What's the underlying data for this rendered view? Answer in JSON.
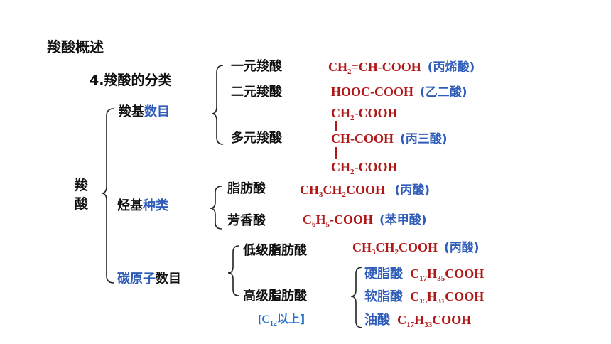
{
  "heading": "羧酸概述",
  "section_title": "4.羧酸的分类",
  "root": [
    "羧",
    "酸"
  ],
  "categories": {
    "by_carboxyl_count": {
      "pre": "羧基",
      "hl": "数目"
    },
    "by_hydrocarbon_type": {
      "pre": "烃基",
      "hl": "种类"
    },
    "by_carbon_count": {
      "hl": "碳原子",
      "post": "数目"
    }
  },
  "carboxyl_count": {
    "mono": {
      "label": "一元羧酸",
      "example_name": "(丙烯酸)"
    },
    "di": {
      "label": "二元羧酸",
      "formula": "HOOC-COOH",
      "example_name": "(乙二酸)"
    },
    "poly": {
      "label": "多元羧酸",
      "mid_formula": "CH-COOH",
      "example_name": "(丙三酸)"
    }
  },
  "hydrocarbon_type": {
    "aliphatic": {
      "label": "脂肪酸",
      "example_name": "(丙酸)"
    },
    "aromatic": {
      "label": "芳香酸",
      "example_name": "(苯甲酸)"
    }
  },
  "carbon_count": {
    "lower": {
      "label": "低级脂肪酸",
      "example_name": "(丙酸)"
    },
    "higher": {
      "label": "高级脂肪酸",
      "note_prefix": "[C",
      "note_sub": "12",
      "note_suffix": "以上]"
    },
    "fatty_acids": [
      {
        "name": "硬脂酸",
        "c": "17",
        "h": "35"
      },
      {
        "name": "软脂酸",
        "c": "15",
        "h": "31"
      },
      {
        "name": "油酸",
        "c": "17",
        "h": "33"
      }
    ]
  },
  "colors": {
    "blue": "#2E5CB8",
    "red": "#B01818",
    "black": "#111111"
  }
}
